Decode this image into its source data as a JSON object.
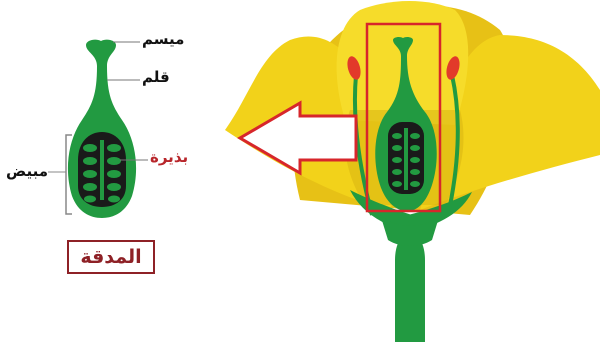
{
  "labels": {
    "stigma": "ميسم",
    "style": "قلم",
    "ovule": "بذيرة",
    "ovary": "مبيض",
    "title": "المدقة"
  },
  "colors": {
    "pistil_green": "#229a41",
    "ovule_dark": "#1a1a1a",
    "petal_yellow": "#f2d21a",
    "petal_shadow": "#d9b413",
    "anther_red": "#e23a2a",
    "highlight_red": "#d7262b",
    "title_red": "#8e2126"
  }
}
